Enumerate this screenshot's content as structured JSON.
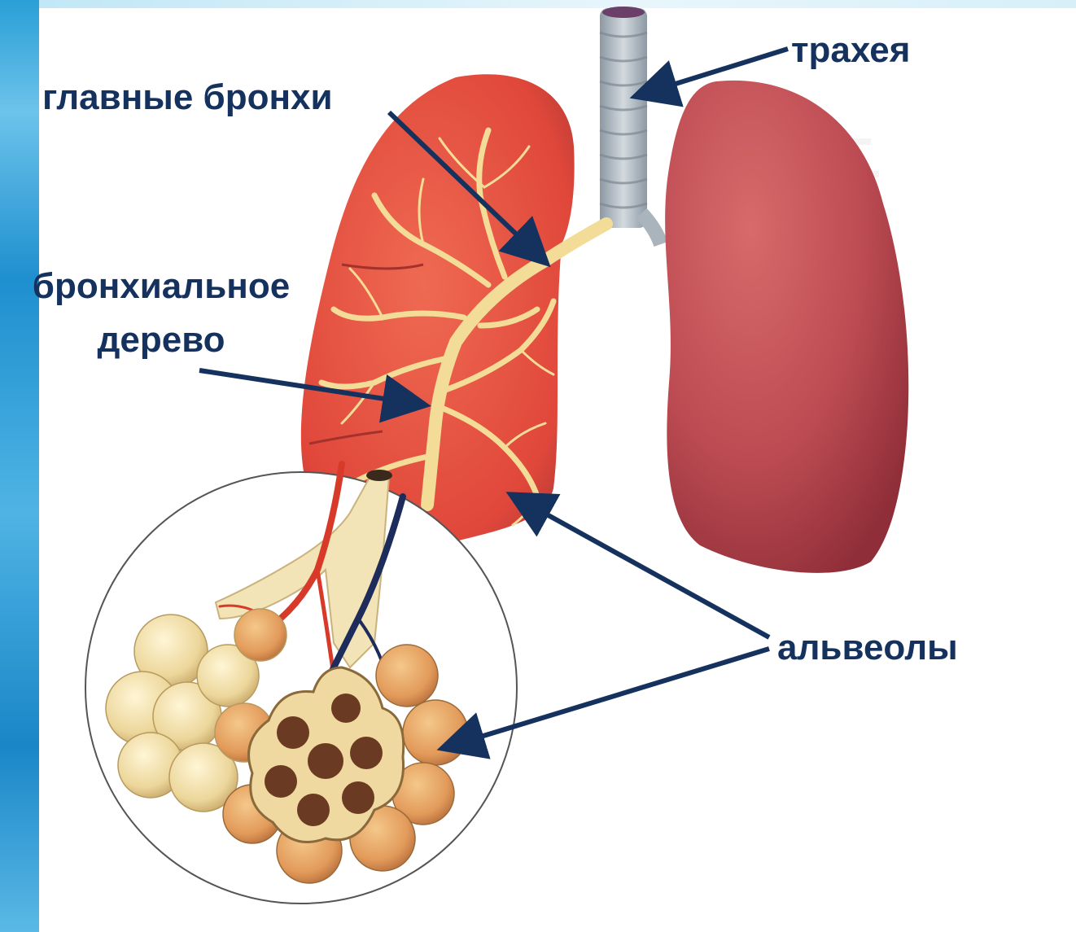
{
  "labels": {
    "trachea": "трахея",
    "main_bronchi": "главные бронхи",
    "bronchial_tree_line1": "бронхиальное",
    "bronchial_tree_line2": "дерево",
    "alveoli": "альвеолы"
  },
  "colors": {
    "label_text": "#15325f",
    "arrow": "#15325f",
    "lung_left": "#e8533f",
    "lung_right": "#b8464f",
    "bronchi": "#f4df9c",
    "trachea": "#aab4bd",
    "side_band": "#1e8fcf"
  }
}
